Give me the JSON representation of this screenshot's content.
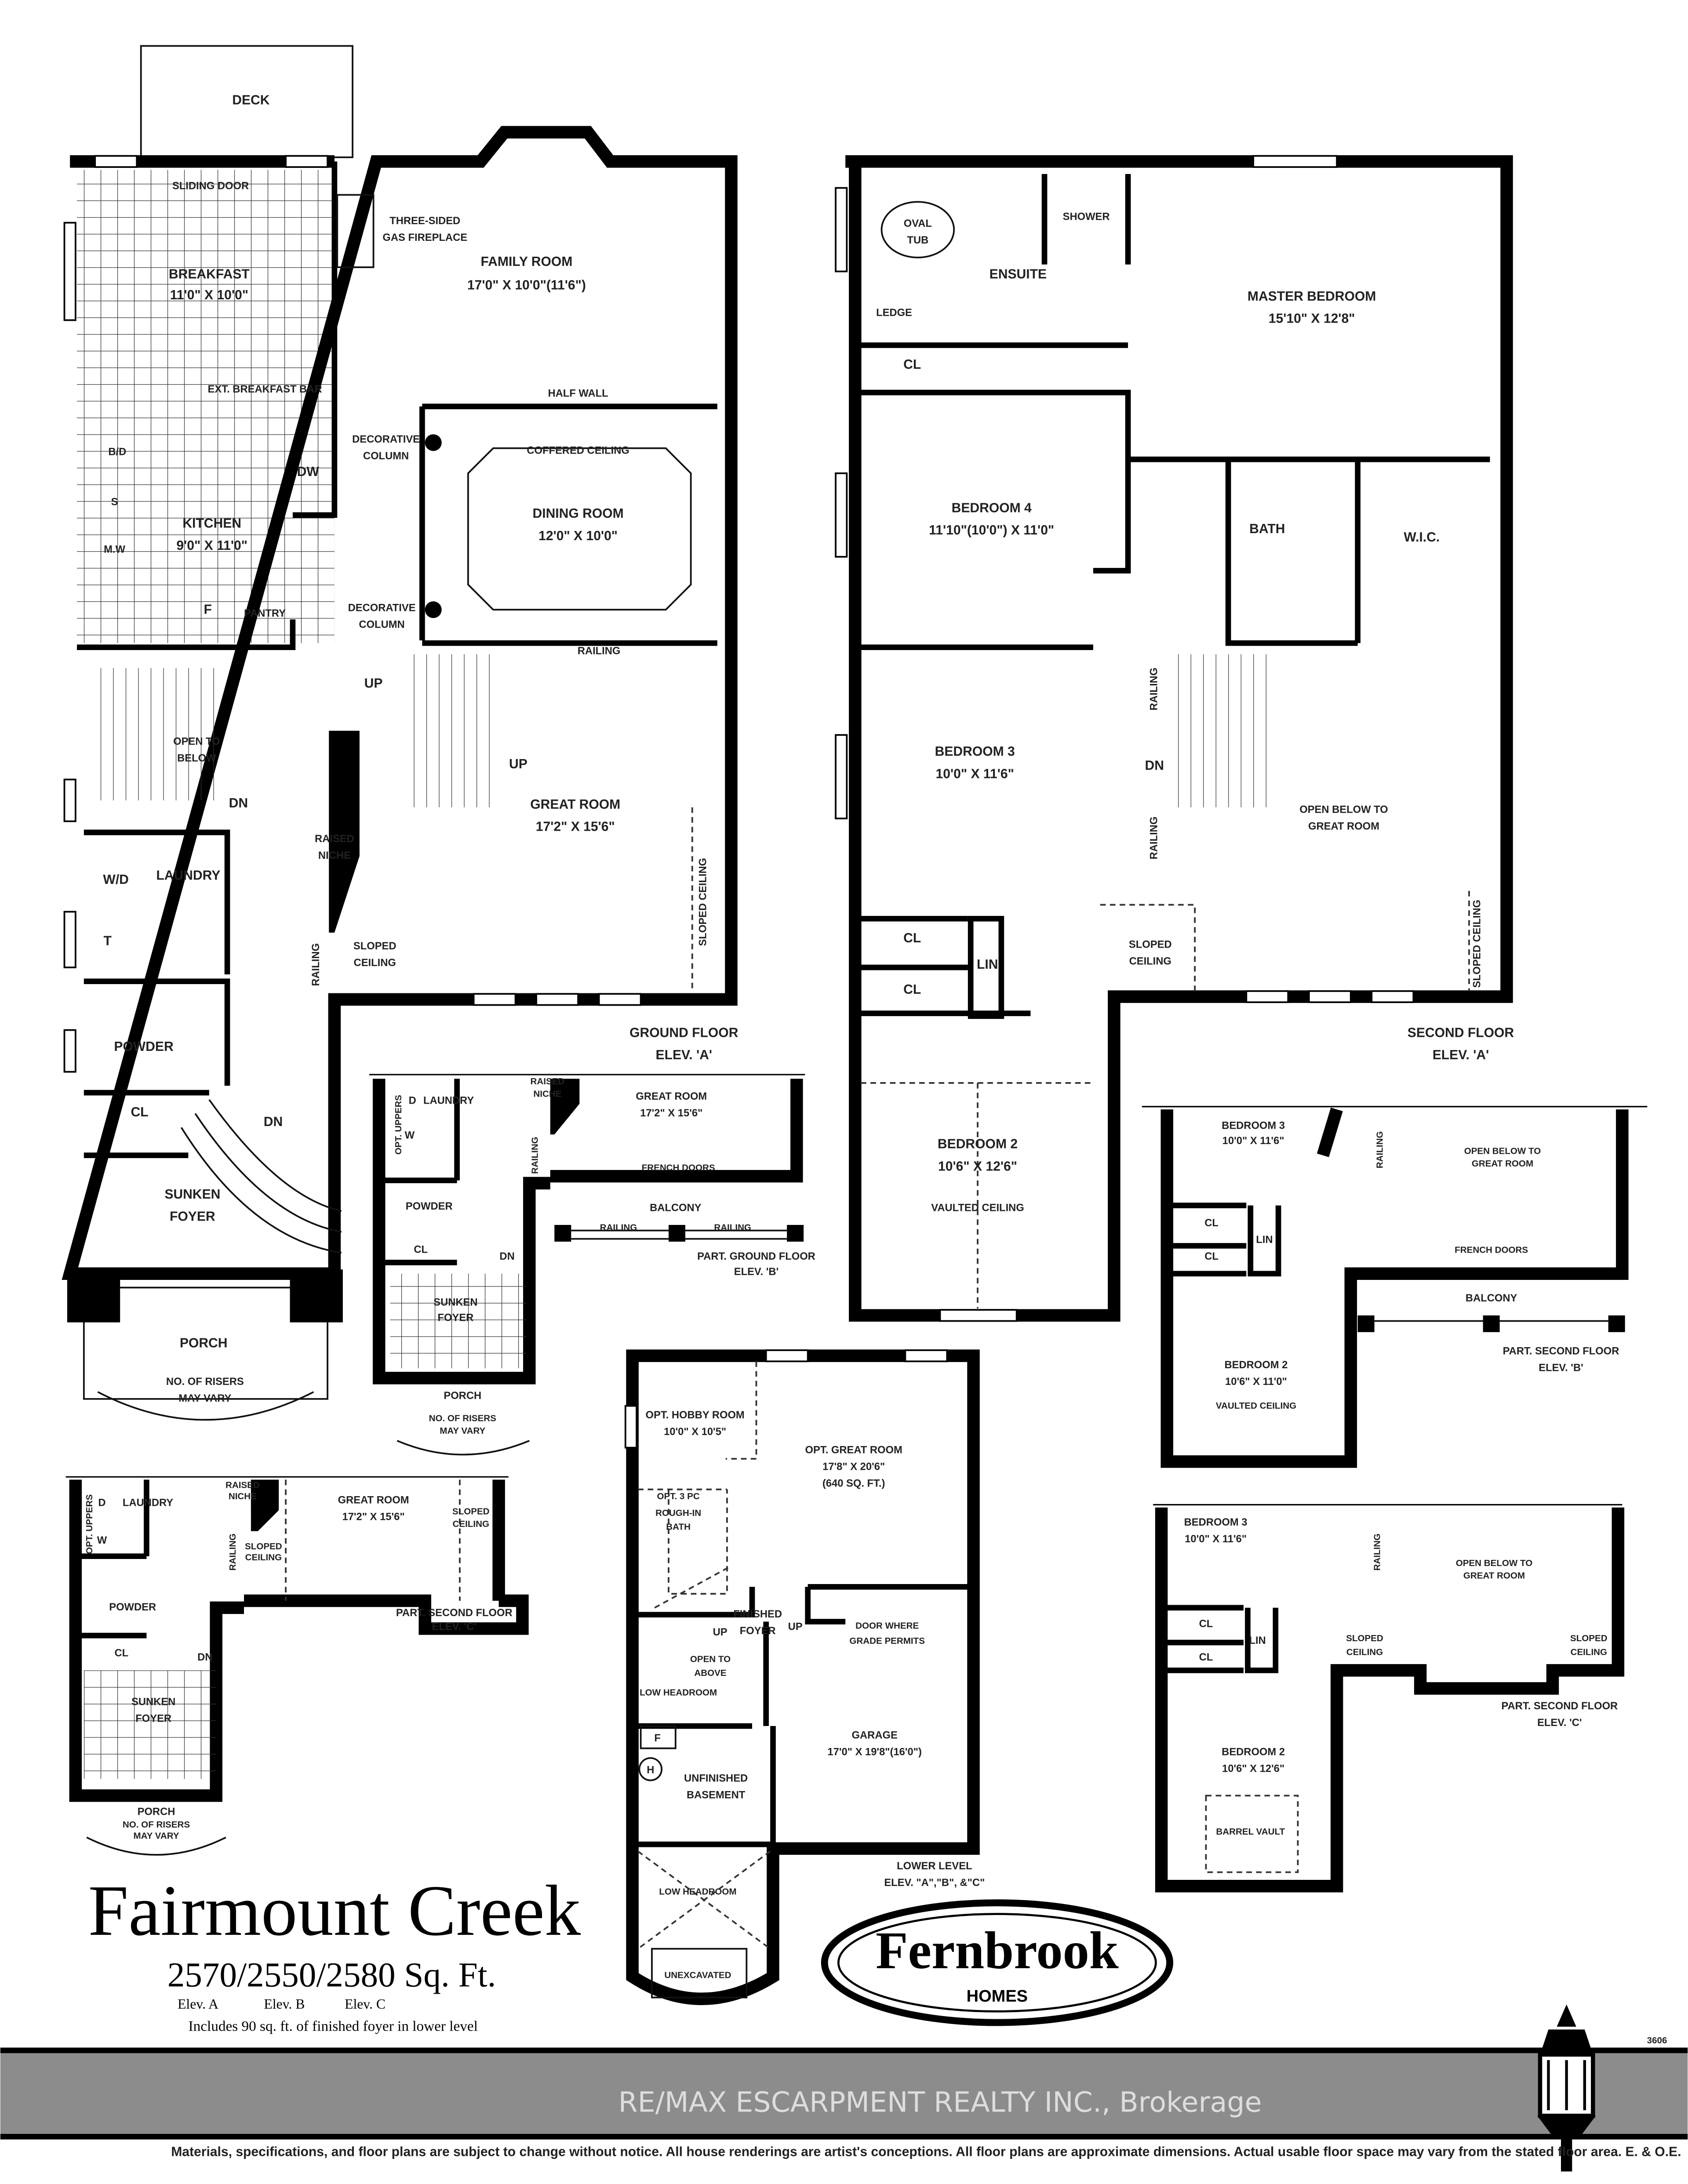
{
  "ground_a": {
    "deck": "DECK",
    "sliding_door": "SLIDING DOOR",
    "fireplace_1": "THREE-SIDED",
    "fireplace_2": "GAS FIREPLACE",
    "family_room": "FAMILY ROOM",
    "family_dims": "17'0\" X 10'0\"(11'6\")",
    "breakfast": "BREAKFAST",
    "breakfast_dims": "11'0\" X 10'0\"",
    "breakfast_bar": "EXT. BREAKFAST BAR",
    "half_wall": "HALF WALL",
    "column_1a": "DECORATIVE",
    "column_1b": "COLUMN",
    "coffered": "COFFERED CEILING",
    "dining_room": "DINING ROOM",
    "dining_dims": "12'0\" X 10'0\"",
    "bd": "B/D",
    "dw": "DW",
    "s": "S",
    "mw": "M.W",
    "kitchen": "KITCHEN",
    "kitchen_dims": "9'0\" X 11'0\"",
    "f": "F",
    "pantry": "PANTRY",
    "column_2a": "DECORATIVE",
    "column_2b": "COLUMN",
    "railing_top": "RAILING",
    "up_1": "UP",
    "up_2": "UP",
    "open_to_1": "OPEN TO",
    "open_to_2": "BELOW",
    "dn_1": "DN",
    "great_room": "GREAT ROOM",
    "great_dims": "17'2\" X 15'6\"",
    "niche_1": "RAISED",
    "niche_2": "NICHE",
    "wd": "W/D",
    "laundry": "LAUNDRY",
    "t": "T",
    "sloped_1": "SLOPED",
    "sloped_2": "CEILING",
    "railing_side": "RAILING",
    "sloped_vertical": "SLOPED CEILING",
    "powder": "POWDER",
    "cl": "CL",
    "dn_2": "DN",
    "foyer_1": "SUNKEN",
    "foyer_2": "FOYER",
    "porch": "PORCH",
    "risers_1": "NO. OF RISERS",
    "risers_2": "MAY VARY",
    "caption_1": "GROUND FLOOR",
    "caption_2": "ELEV. 'A'"
  },
  "second_a": {
    "tub_1": "OVAL",
    "tub_2": "TUB",
    "shower": "SHOWER",
    "ensuite": "ENSUITE",
    "ledge": "LEDGE",
    "master": "MASTER BEDROOM",
    "master_dims": "15'10\" X 12'8\"",
    "cl_1": "CL",
    "bed4": "BEDROOM 4",
    "bed4_dims": "11'10\"(10'0\") X 11'0\"",
    "bath": "BATH",
    "wic": "W.I.C.",
    "railing_1": "RAILING",
    "bed3": "BEDROOM 3",
    "bed3_dims": "10'0\" X 11'6\"",
    "dn": "DN",
    "open_1": "OPEN BELOW TO",
    "open_2": "GREAT ROOM",
    "railing_2": "RAILING",
    "cl_2": "CL",
    "lin": "LIN",
    "cl_3": "CL",
    "sloped_1": "SLOPED",
    "sloped_2": "CEILING",
    "sloped_vertical": "SLOPED CEILING",
    "bed2": "BEDROOM 2",
    "bed2_dims": "10'6\" X 12'6\"",
    "vaulted": "VAULTED CEILING",
    "caption_1": "SECOND FLOOR",
    "caption_2": "ELEV.  'A'"
  },
  "ground_b": {
    "niche_1": "RAISED",
    "niche_2": "NICHE",
    "great_room": "GREAT ROOM",
    "great_dims": "17'2\" X 15'6\"",
    "d": "D",
    "laundry": "LAUNDRY",
    "w": "W",
    "uppers": "OPT. UPPERS",
    "railing": "RAILING",
    "french": "FRENCH DOORS",
    "powder": "POWDER",
    "balcony": "BALCONY",
    "railing_1": "RAILING",
    "railing_2": "RAILING",
    "cl": "CL",
    "dn": "DN",
    "caption_1": "PART. GROUND FLOOR",
    "caption_2": "ELEV. 'B'",
    "foyer_1": "SUNKEN",
    "foyer_2": "FOYER",
    "porch": "PORCH",
    "risers_1": "NO. OF RISERS",
    "risers_2": "MAY VARY"
  },
  "ground_c": {
    "niche_1": "RAISED",
    "niche_2": "NICHE",
    "great_room": "GREAT ROOM",
    "great_dims": "17'2\" X 15'6\"",
    "sloped_r1": "SLOPED",
    "sloped_r2": "CEILING",
    "d": "D",
    "laundry": "LAUNDRY",
    "w": "W",
    "uppers": "OPT. UPPERS",
    "railing": "RAILING",
    "sloped_1": "SLOPED",
    "sloped_2": "CEILING",
    "powder": "POWDER",
    "caption_1": "PART. SECOND FLOOR",
    "caption_2": "ELEV. 'C'",
    "cl": "CL",
    "dn": "DN",
    "foyer_1": "SUNKEN",
    "foyer_2": "FOYER",
    "porch": "PORCH",
    "risers_1": "NO. OF RISERS",
    "risers_2": "MAY VARY"
  },
  "lower": {
    "hobby": "OPT. HOBBY ROOM",
    "hobby_dims": "10'0\" X 10'5\"",
    "great": "OPT. GREAT ROOM",
    "great_dims": "17'8\" X 20'6\"",
    "great_area": "(640 SQ. FT.)",
    "bath_1": "OPT. 3 PC",
    "bath_2": "ROUGH-IN",
    "bath_3": "BATH",
    "foyer_1": "FINISHED",
    "foyer_2": "FOYER",
    "up_1": "UP",
    "up_2": "UP",
    "door_1": "DOOR WHERE",
    "door_2": "GRADE PERMITS",
    "open_1": "OPEN TO",
    "open_2": "ABOVE",
    "low_1": "LOW HEADROOM",
    "f": "F",
    "h": "H",
    "garage": "GARAGE",
    "garage_dims": "17'0\" X 19'8\"(16'0\")",
    "unfinished_1": "UNFINISHED",
    "unfinished_2": "BASEMENT",
    "caption_1": "LOWER LEVEL",
    "caption_2": "ELEV. \"A\",\"B\", &\"C\"",
    "low_2": "LOW HEADROOM",
    "unexcavated": "UNEXCAVATED"
  },
  "second_b": {
    "bed3": "BEDROOM 3",
    "bed3_dims": "10'0\" X 11'6\"",
    "railing": "RAILING",
    "open_1": "OPEN BELOW TO",
    "open_2": "GREAT ROOM",
    "cl_1": "CL",
    "lin": "LIN",
    "cl_2": "CL",
    "french": "FRENCH DOORS",
    "balcony": "BALCONY",
    "bed2": "BEDROOM 2",
    "bed2_dims": "10'6\" X 11'0\"",
    "vaulted": "VAULTED CEILING",
    "caption_1": "PART. SECOND FLOOR",
    "caption_2": "ELEV. 'B'"
  },
  "second_c": {
    "bed3": "BEDROOM 3",
    "bed3_dims": "10'0\" X 11'6\"",
    "railing": "RAILING",
    "open_1": "OPEN BELOW TO",
    "open_2": "GREAT ROOM",
    "cl_1": "CL",
    "lin": "LIN",
    "cl_2": "CL",
    "sloped_1": "SLOPED",
    "sloped_2": "CEILING",
    "sloped_r1": "SLOPED",
    "sloped_r2": "CEILING",
    "caption_1": "PART. SECOND FLOOR",
    "caption_2": "ELEV. 'C'",
    "bed2": "BEDROOM 2",
    "bed2_dims": "10'6\" X 12'6\"",
    "barrel": "BARREL VAULT"
  },
  "title": {
    "name": "Fairmount Creek",
    "sqft": "2570/2550/2580 Sq. Ft.",
    "elev_a": "Elev. A",
    "elev_b": "Elev. B",
    "elev_c": "Elev. C",
    "note": "Includes 90 sq. ft. of finished foyer in lower level"
  },
  "logo": {
    "brand": "Fernbrook",
    "sub": "HOMES"
  },
  "plan_number": "3606",
  "brokerage": "RE/MAX ESCARPMENT REALTY INC., Brokerage",
  "disclaimer": "Materials, specifications, and floor plans are subject to change without notice. All house renderings are artist's conceptions. All floor plans are approximate dimensions. Actual usable floor space may vary from the stated floor area. E. & O.E.",
  "colors": {
    "walls": "#000000",
    "banner": "#8c8c8c",
    "banner_text": "#dddddd"
  }
}
